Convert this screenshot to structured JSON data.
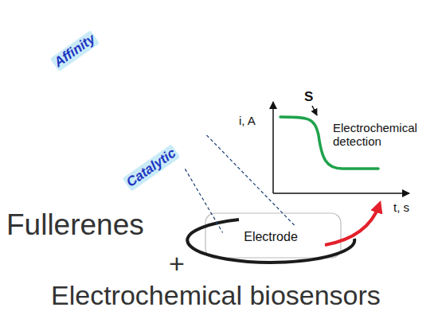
{
  "diagram": {
    "nodes": [
      {
        "text": [
          "Affinity",
          "Catalytic"
        ]
      },
      {
        "text": [
          "Electrode"
        ]
      }
    ],
    "edges": [
      {
        "from": 0,
        "to": 1,
        "arrow": "none"
      },
      {
        "from": 0,
        "to": 1,
        "arrow": "none"
      }
    ],
    "labels": [
      "S",
      "Electrochemical detection",
      "i, A",
      "t, s",
      "Fullerenes",
      "+",
      "Electrochemical biosensors"
    ]
  }
}
